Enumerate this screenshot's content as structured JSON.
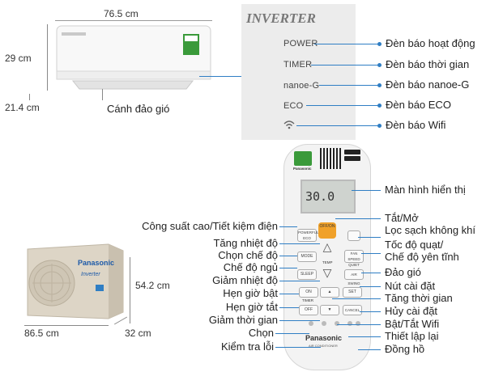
{
  "indoor": {
    "width": "76.5 cm",
    "height": "29 cm",
    "depth": "21.4 cm",
    "flap_label": "Cánh đảo gió"
  },
  "outdoor": {
    "height": "54.2 cm",
    "width": "86.5 cm",
    "depth": "32 cm",
    "brand": "Panasonic",
    "series": "Inverter"
  },
  "indicator_panel": {
    "logo": "INVERTER",
    "items": [
      "POWER",
      "TIMER",
      "nanoe-G",
      "ECO"
    ],
    "labels": [
      "Đèn báo hoạt động",
      "Đèn báo thời gian",
      "Đèn báo nanoe-G",
      "Đèn báo ECO",
      "Đèn báo Wifi"
    ]
  },
  "remote": {
    "brand": "Panasonic",
    "lcd_value": "30.0",
    "btn_power": "OFF/ON",
    "btn_mode": "MODE",
    "btn_sleep": "SLEEP",
    "btn_on": "ON",
    "btn_off": "OFF",
    "btn_set": "SET",
    "btn_cancel": "CANCEL",
    "temp_label": "TEMP",
    "timer_label": "TIMER",
    "btn_powerful": "POWERFUL ECO",
    "btn_fan": "FAN SPEED QUIET",
    "btn_swing": "AIR SWING",
    "footer": "AIR CONDITIONER"
  },
  "remote_labels_left": [
    "Công suất cao/Tiết kiệm điện",
    "Tăng nhiệt độ",
    "Chọn chế độ",
    "Chế độ ngủ",
    "Giảm nhiệt độ",
    "Hẹn giờ bật",
    "Hẹn giờ tắt",
    "Giảm thời gian",
    "Chọn",
    "Kiểm tra lỗi"
  ],
  "remote_labels_right": [
    "Màn hình hiển thị",
    "Tắt/Mở",
    "Lọc sạch không khí",
    "Tốc độ quạt/",
    "Chế độ yên tĩnh",
    "Đảo gió",
    "Nút cài đặt",
    "Tăng thời gian",
    "Hủy cài đặt",
    "Bật/Tắt Wifi",
    "Thiết lập lại",
    "Đồng hồ"
  ],
  "colors": {
    "accent": "#2f7ec4",
    "orange_button": "#f0a12a",
    "beige": "#d9d1c2"
  }
}
